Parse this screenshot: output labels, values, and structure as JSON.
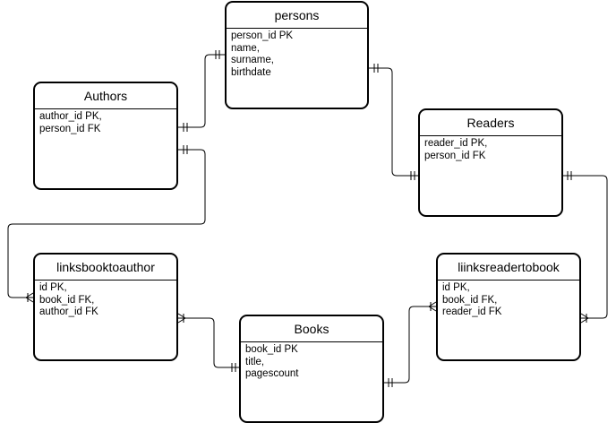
{
  "entities": {
    "persons": {
      "title": "persons",
      "fields": [
        "person_id PK",
        "name,",
        "surname,",
        "birthdate"
      ]
    },
    "authors": {
      "title": "Authors",
      "fields": [
        "author_id PK,",
        "person_id FK"
      ]
    },
    "readers": {
      "title": "Readers",
      "fields": [
        "reader_id PK,",
        "person_id FK"
      ]
    },
    "linksbooktoauthor": {
      "title": "linksbooktoauthor",
      "fields": [
        "id PK,",
        "book_id FK,",
        "author_id FK"
      ]
    },
    "liinksreadertobook": {
      "title": "liinksreadertobook",
      "fields": [
        "id PK,",
        "book_id FK,",
        "reader_id FK"
      ]
    },
    "books": {
      "title": "Books",
      "fields": [
        "book_id PK",
        "title,",
        "pagescount"
      ]
    }
  },
  "relationships": [
    {
      "from": "authors",
      "to": "persons",
      "from_cardinality": "one",
      "to_cardinality": "one"
    },
    {
      "from": "persons",
      "to": "readers",
      "from_cardinality": "one",
      "to_cardinality": "one"
    },
    {
      "from": "authors",
      "to": "linksbooktoauthor",
      "from_cardinality": "one",
      "to_cardinality": "many"
    },
    {
      "from": "readers",
      "to": "liinksreadertobook",
      "from_cardinality": "one",
      "to_cardinality": "many"
    },
    {
      "from": "books",
      "to": "linksbooktoauthor",
      "from_cardinality": "one",
      "to_cardinality": "many"
    },
    {
      "from": "books",
      "to": "liinksreadertobook",
      "from_cardinality": "one",
      "to_cardinality": "many"
    }
  ],
  "colors": {
    "stroke": "#000000",
    "background": "#ffffff"
  }
}
